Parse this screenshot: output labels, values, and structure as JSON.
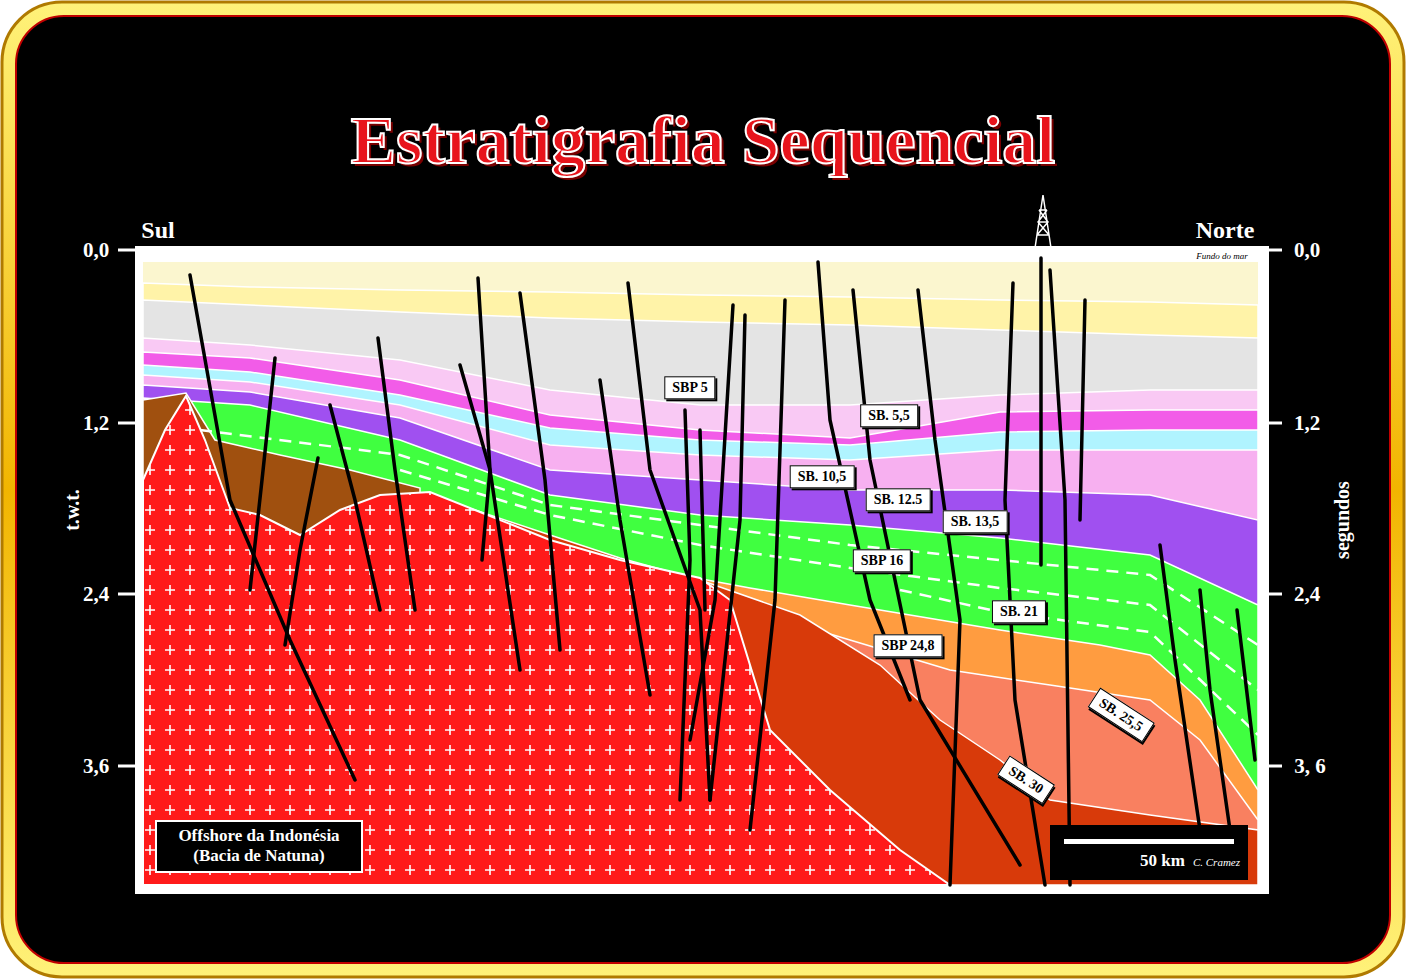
{
  "diagram": {
    "title": "Estratigrafia Sequencial",
    "nodes": [
      {
        "text": [
          "SBP 5"
        ]
      },
      {
        "text": [
          "SB. 5,5"
        ]
      },
      {
        "text": [
          "SB. 10,5"
        ]
      },
      {
        "text": [
          "SB. 12.5"
        ]
      },
      {
        "text": [
          "SB. 13,5"
        ]
      },
      {
        "text": [
          "SBP 16"
        ]
      },
      {
        "text": [
          "SB. 21"
        ]
      },
      {
        "text": [
          "SBP 24,8"
        ]
      },
      {
        "text": [
          "SB. 25,5"
        ]
      },
      {
        "text": [
          "SB. 30"
        ]
      },
      {
        "text": [
          "Offshore da Indonésia (Bacia de Natuna)"
        ]
      },
      {
        "text": [
          "50 km",
          "C. Cramez"
        ]
      }
    ],
    "labels": [
      "Sul",
      "Norte",
      "0,0",
      "1,2",
      "2,4",
      "3,6",
      "0,0",
      "1,2",
      "2,4",
      "3, 6",
      "t.w.t.",
      "segundos",
      "Fundo do mar"
    ]
  }
}
